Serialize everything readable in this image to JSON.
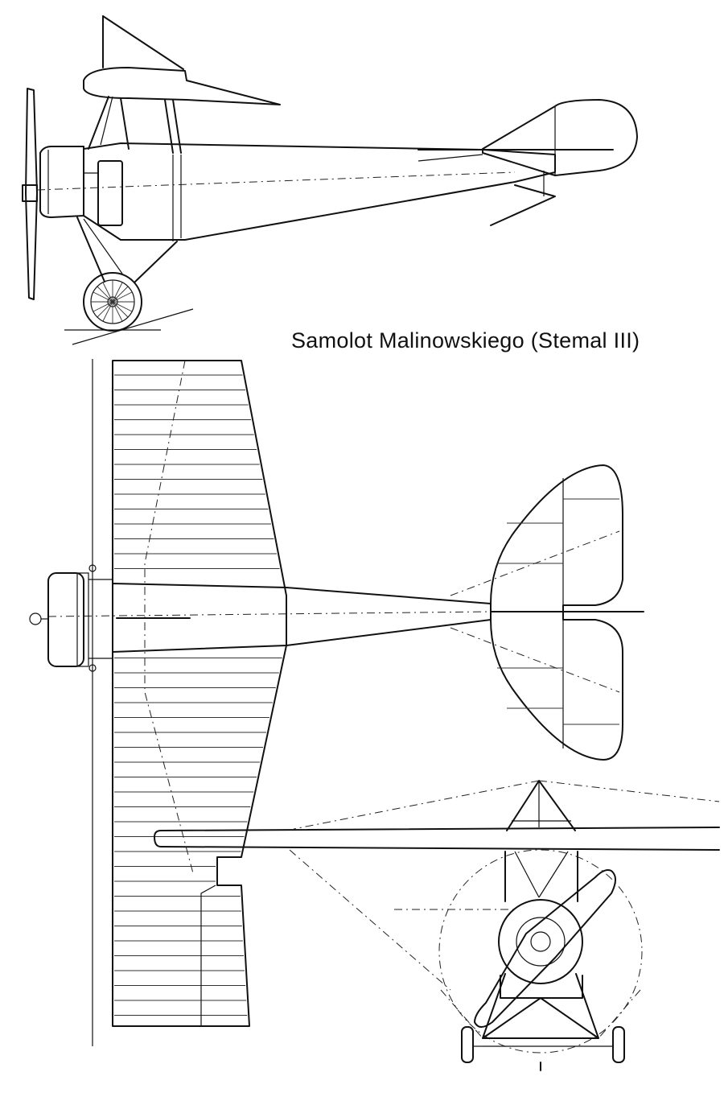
{
  "caption": "Samolot Malinowskiego (Stemal III)",
  "views": {
    "side": "side-elevation",
    "top": "plan-view",
    "front": "front-elevation"
  },
  "colors": {
    "ink": "#111111",
    "paper": "#ffffff"
  }
}
